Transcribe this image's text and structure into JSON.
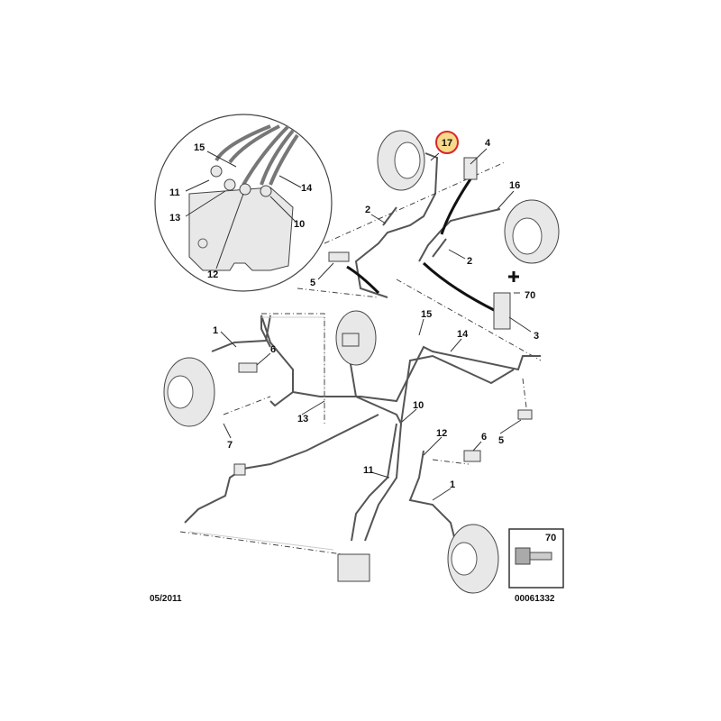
{
  "inset_labels": {
    "l15": "15",
    "l11": "11",
    "l14": "14",
    "l13": "13",
    "l10": "10",
    "l12": "12"
  },
  "labels": {
    "l17": "17",
    "l4": "4",
    "l16": "16",
    "l2a": "2",
    "l2b": "2",
    "l5a": "5",
    "l70": "70",
    "l3": "3",
    "l1a": "1",
    "l15": "15",
    "l14": "14",
    "l6a": "6",
    "l10": "10",
    "l13": "13",
    "l7": "7",
    "l12": "12",
    "l6b": "6",
    "l5b": "5",
    "l11": "11",
    "l1b": "1"
  },
  "detail_box": {
    "label": "70"
  },
  "footer": {
    "date": "05/2011",
    "reference": "00061332"
  },
  "colors": {
    "highlight_fill": "#f6d98a",
    "highlight_ring": "#d9262b"
  }
}
